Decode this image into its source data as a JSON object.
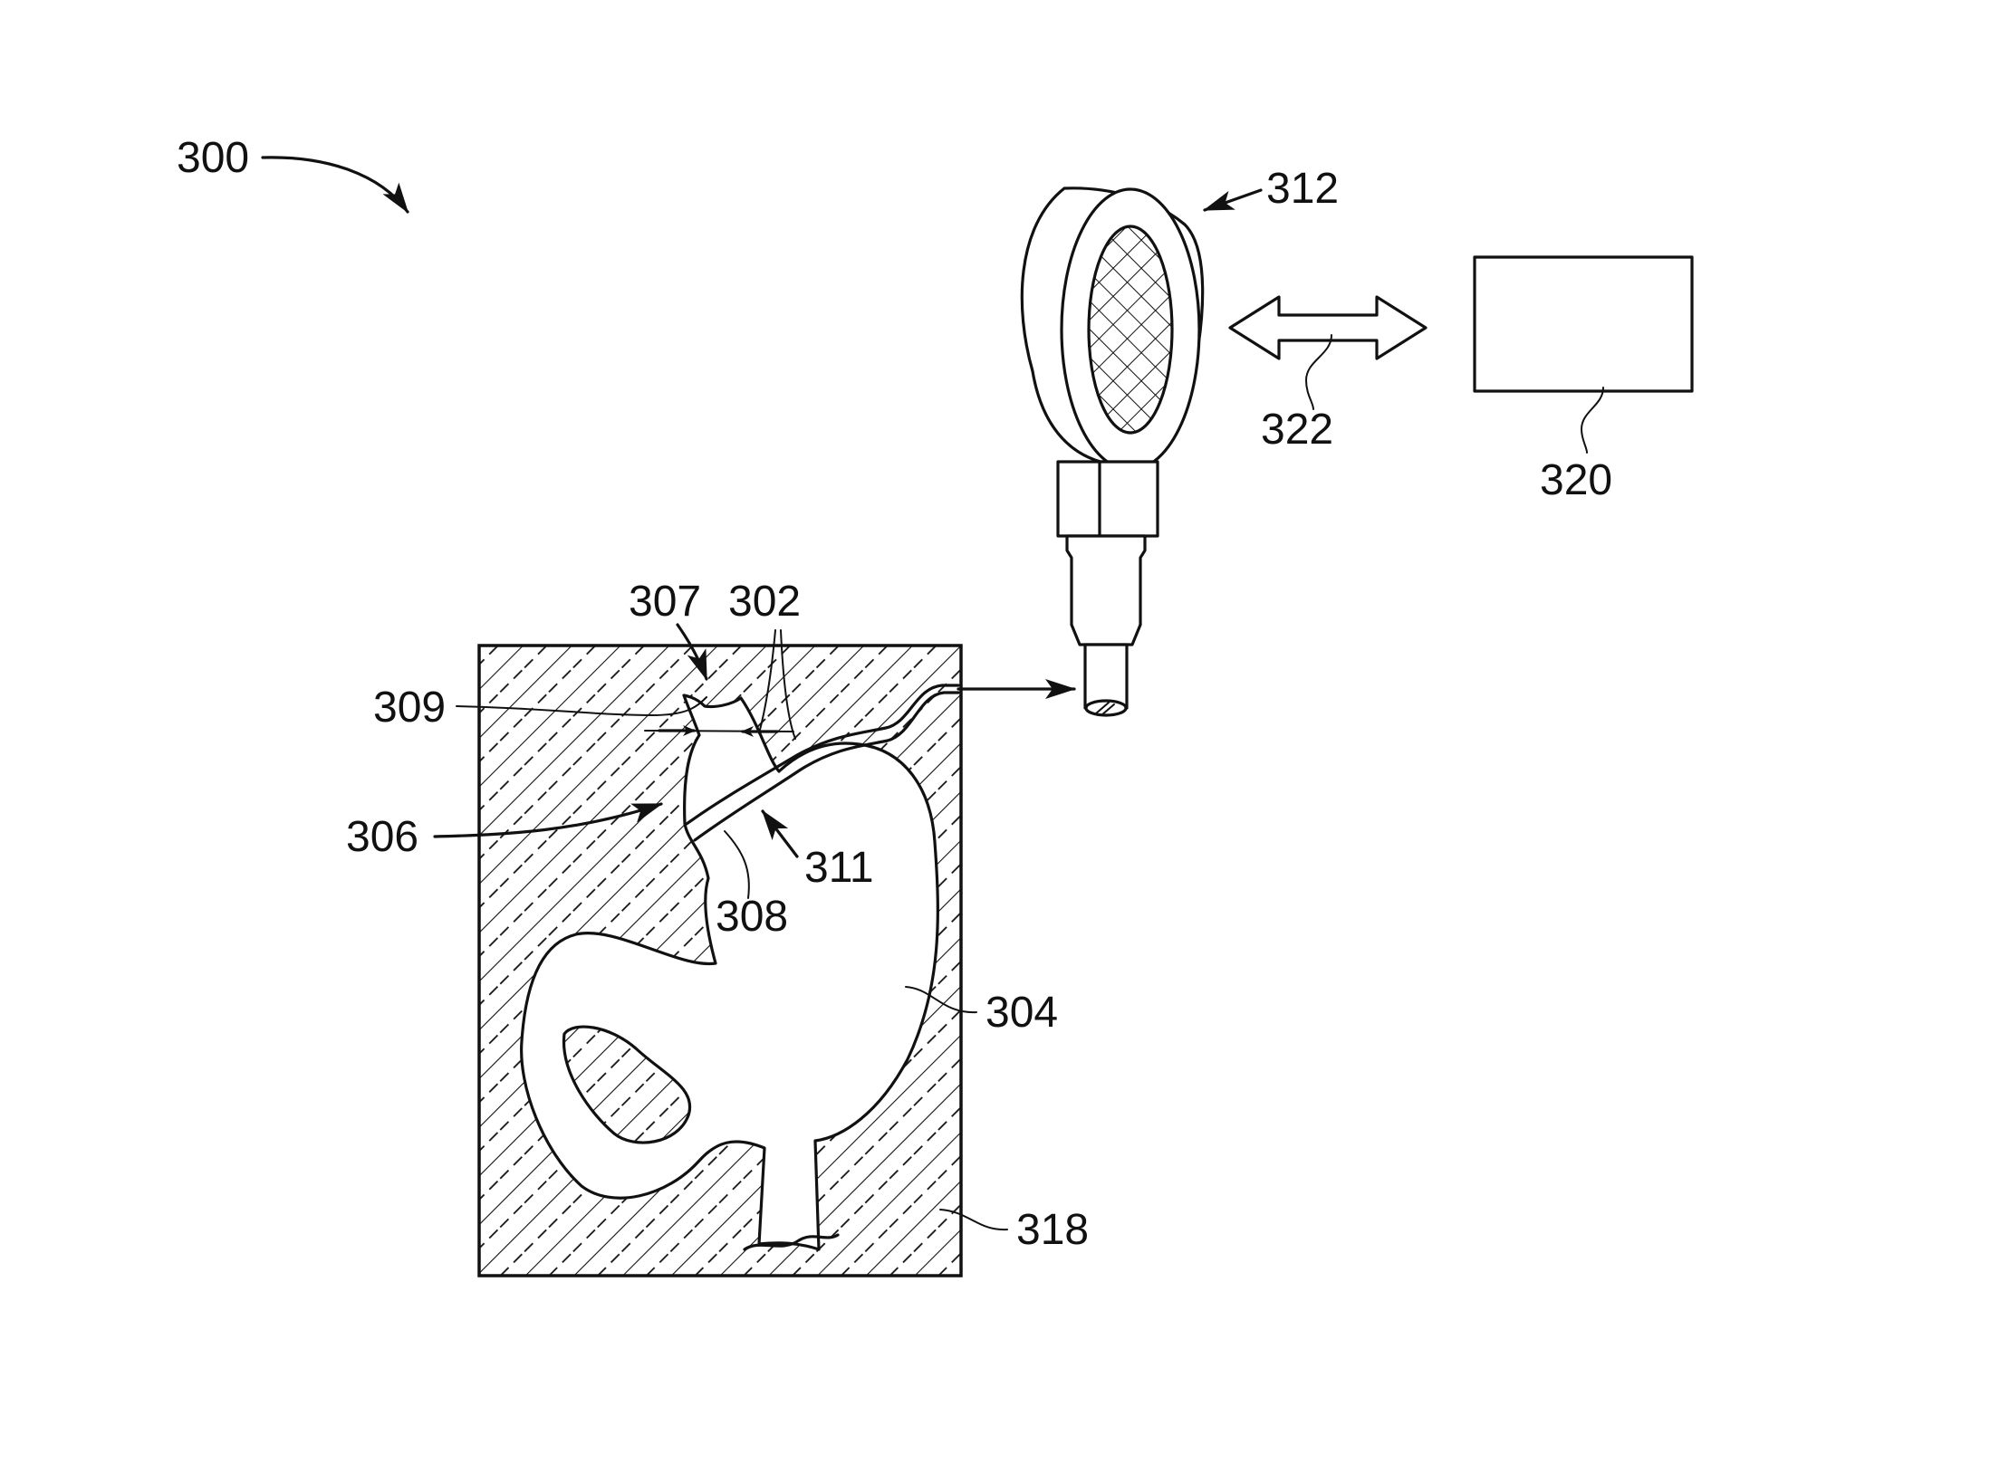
{
  "figure": {
    "labels": {
      "ref_300": "300",
      "ref_312": "312",
      "ref_322": "322",
      "ref_320": "320",
      "ref_307": "307",
      "ref_302": "302",
      "ref_309": "309",
      "ref_306": "306",
      "ref_311": "311",
      "ref_308": "308",
      "ref_304": "304",
      "ref_318": "318"
    }
  }
}
